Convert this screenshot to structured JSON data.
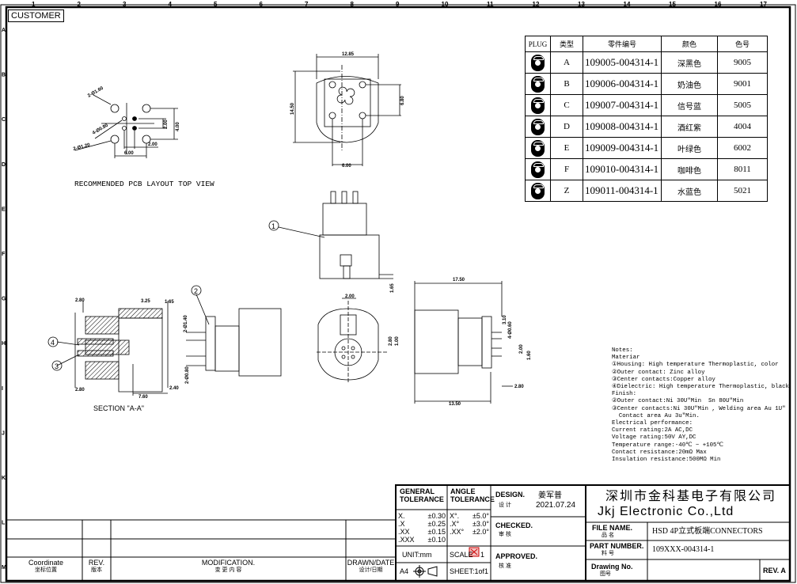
{
  "frame": {
    "columns": [
      "1",
      "2",
      "3",
      "4",
      "5",
      "6",
      "7",
      "8",
      "9",
      "10",
      "11",
      "12",
      "13",
      "14",
      "15",
      "16",
      "17"
    ],
    "rows": [
      "A",
      "B",
      "C",
      "D",
      "E",
      "F",
      "G",
      "H",
      "I",
      "J",
      "K",
      "L",
      "M"
    ],
    "customer_label": "CUSTOMER"
  },
  "parts_table": {
    "headers": [
      "PLUG",
      "类型",
      "零件编号",
      "颜色",
      "色号"
    ],
    "rows": [
      {
        "type": "A",
        "part_no": "109005-004314-1",
        "color": "深黑色",
        "code": "9005"
      },
      {
        "type": "B",
        "part_no": "109006-004314-1",
        "color": "奶油色",
        "code": "9001"
      },
      {
        "type": "C",
        "part_no": "109007-004314-1",
        "color": "信号蓝",
        "code": "5005"
      },
      {
        "type": "D",
        "part_no": "109008-004314-1",
        "color": "酒红紫",
        "code": "4004"
      },
      {
        "type": "E",
        "part_no": "109009-004314-1",
        "color": "叶绿色",
        "code": "6002"
      },
      {
        "type": "F",
        "part_no": "109010-004314-1",
        "color": "咖啡色",
        "code": "8011"
      },
      {
        "type": "Z",
        "part_no": "109011-004314-1",
        "color": "水蓝色",
        "code": "5021"
      }
    ]
  },
  "pcb_layout": {
    "title": "RECOMMENDED PCB LAYOUT TOP VIEW",
    "dims": [
      "2-Ø1.60",
      "4-Ø0.80",
      "2-Ø1.20",
      "2.00",
      "4.00",
      "2.00",
      "6.00"
    ]
  },
  "top_view": {
    "dims": [
      "12.85",
      "14.50",
      "6.80",
      "6.00"
    ]
  },
  "front_view": {
    "dims": [
      "1.65"
    ],
    "callout": "1"
  },
  "section": {
    "title": "SECTION \"A-A\"",
    "dims": [
      "2.80",
      "3.25",
      "1.65",
      "2.80",
      "7.60",
      "2.40"
    ],
    "callouts": [
      "4",
      "3"
    ]
  },
  "side_view": {
    "dims": [
      "2-Ø1.40",
      "2-Ø0.80"
    ],
    "callout": "2"
  },
  "face_view": {
    "dims": [
      "2.00",
      "2.80",
      "1.00"
    ]
  },
  "right_view": {
    "dims": [
      "17.50",
      "3.10",
      "4-Ø0.60",
      "2.00",
      "1.60",
      "2.80",
      "13.50"
    ]
  },
  "notes": [
    "Notes:",
    "Materiar",
    "①Housing: High temperature Thermoplastic, color",
    "②Outer contact: Zinc alloy",
    "③Center contacts:Copper alloy",
    "④Dielectric: High temperature Thermoplastic, black",
    "Finish:",
    "②Outer contact:Ni 30U\"Min  Sn 80U\"Min",
    "③Center contacts:Ni 30U\"Min , Welding area Au 1U\"",
    "  Contact area Au 3u\"Min.",
    "Electrical performance:",
    "Current rating:2A AC,DC",
    "Voltage rating:50V AY,DC",
    "Temperature range:-40℃ ~ +105℃",
    "Contact resistance:20mΩ Max",
    "Insulation resistance:500MΩ Min"
  ],
  "revision_block": {
    "coordinate": "Coordinate",
    "coordinate_cn": "坐标位置",
    "rev": "REV.",
    "rev_cn": "版本",
    "modification": "MODIFICATION.",
    "modification_cn": "变 更 内 容",
    "drawn_date": "DRAWN/DATE",
    "drawn_date_cn": "设计/日期"
  },
  "title_block": {
    "general_tolerance": "GENERAL TOLERANCE",
    "angle_tolerance": "ANGLE TOLERANCE",
    "general_rows": [
      [
        "X.",
        "±0.30"
      ],
      [
        ".X",
        "±0.25"
      ],
      [
        ".XX",
        "±0.15"
      ],
      [
        ".XXX",
        "±0.10"
      ]
    ],
    "angle_rows": [
      [
        "X°.",
        "±5.0°"
      ],
      [
        ".X°",
        "±3.0°"
      ],
      [
        ".XX°",
        "±2.0°"
      ]
    ],
    "unit": "UNIT:mm",
    "scale_label": "SCALE",
    "scale_value": "1",
    "paper": "A4",
    "sheet": "SHEET:1of1",
    "design_label": "DESIGN.",
    "design_cn": "设 计",
    "designer": "姜军普",
    "design_date": "2021.07.24",
    "checked_label": "CHECKED.",
    "checked_cn": "审 核",
    "approved_label": "APPROVED.",
    "approved_cn": "核 准",
    "company_cn": "深圳市金科基电子有限公司",
    "company_en": "Jkj Electronic Co.,Ltd",
    "file_name_label": "FILE NAME.",
    "file_name_cn": "品 名",
    "file_name": "HSD 4P立式板端CONNECTORS",
    "part_number_label": "PART NUMBER.",
    "part_number_cn": "料 号",
    "part_number": "109XXX-004314-1",
    "drawing_no_label": "Drawing No.",
    "drawing_no_cn": "图号",
    "rev": "REV. A"
  }
}
